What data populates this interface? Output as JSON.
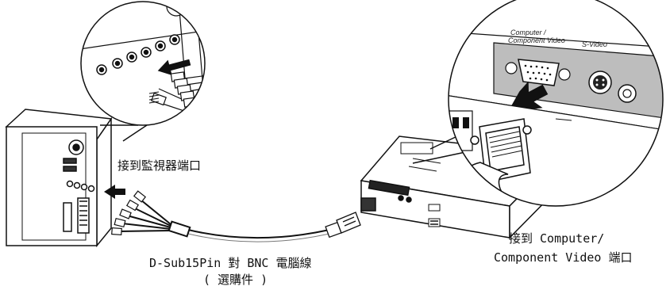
{
  "labels": {
    "monitor_port": "接到監視器端口",
    "projector_port_line1": "接到 Computer/",
    "projector_port_line2": "Component Video 端口",
    "cable_name": "D-Sub15Pin 對 BNC 電腦線",
    "cable_note": "( 選購件 )",
    "port_computer_line1": "Computer /",
    "port_computer_line2": "Component Video",
    "port_svideo": "S-Video"
  }
}
